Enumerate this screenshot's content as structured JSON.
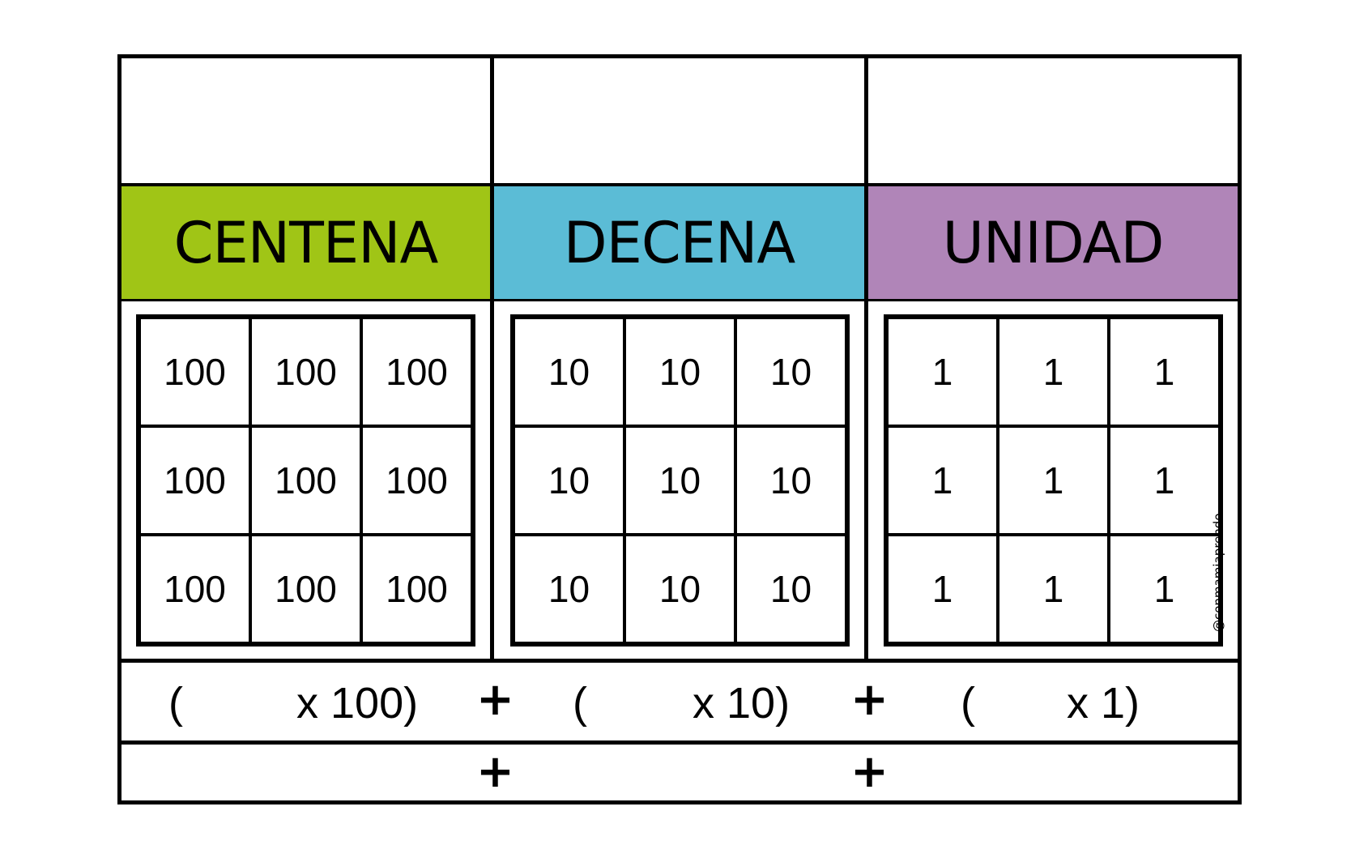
{
  "columns": [
    {
      "header": "CENTENA",
      "color": "#a0c516",
      "cells": [
        "100",
        "100",
        "100",
        "100",
        "100",
        "100",
        "100",
        "100",
        "100"
      ],
      "open": "(",
      "mult": "x 100)"
    },
    {
      "header": "DECENA",
      "color": "#5bbcd6",
      "cells": [
        "10",
        "10",
        "10",
        "10",
        "10",
        "10",
        "10",
        "10",
        "10"
      ],
      "open": "(",
      "mult": "x 10)"
    },
    {
      "header": "UNIDAD",
      "color": "#b085b8",
      "cells": [
        "1",
        "1",
        "1",
        "1",
        "1",
        "1",
        "1",
        "1",
        "1"
      ],
      "open": "(",
      "mult": "x 1)"
    }
  ],
  "plus_sign": "+",
  "watermark": "@conmamiaprendo"
}
